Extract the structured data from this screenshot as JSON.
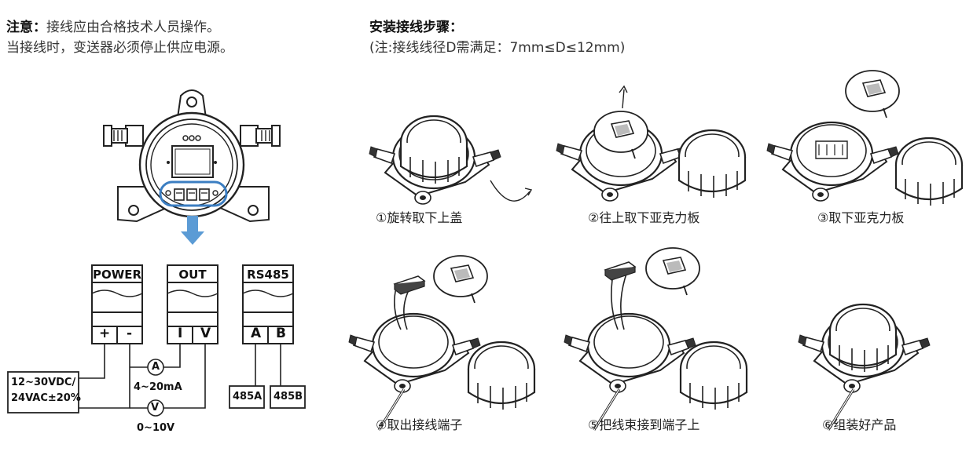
{
  "notice": {
    "label": "注意：",
    "line1": "接线应由合格技术人员操作。",
    "line2": "当接线时，变送器必须停止供应电源。"
  },
  "steps_header": {
    "title": "安装接线步骤：",
    "subtitle": "(注:接线线径D需满足：7mm≤D≤12mm)"
  },
  "wiring": {
    "terminals": [
      {
        "name": "POWER",
        "left": "+",
        "right": "-"
      },
      {
        "name": "OUT",
        "left": "I",
        "right": "V"
      },
      {
        "name": "RS485",
        "left": "A",
        "right": "B"
      }
    ],
    "power_supply": "12~30VDC/\n24VAC±20%",
    "ammeter_symbol": "A",
    "current_range": "4~20mA",
    "voltmeter_symbol": "V",
    "voltage_range": "0~10V",
    "rs485_a": "485A",
    "rs485_b": "485B"
  },
  "steps": [
    {
      "caption": "①旋转取下上盖"
    },
    {
      "caption": "②往上取下亚克力板"
    },
    {
      "caption": "③取下亚克力板"
    },
    {
      "caption": "④取出接线端子"
    },
    {
      "caption": "⑤把线束接到端子上"
    },
    {
      "caption": "⑥组装好产品"
    }
  ],
  "colors": {
    "highlight": "#3b7ec2",
    "line": "#222222"
  }
}
